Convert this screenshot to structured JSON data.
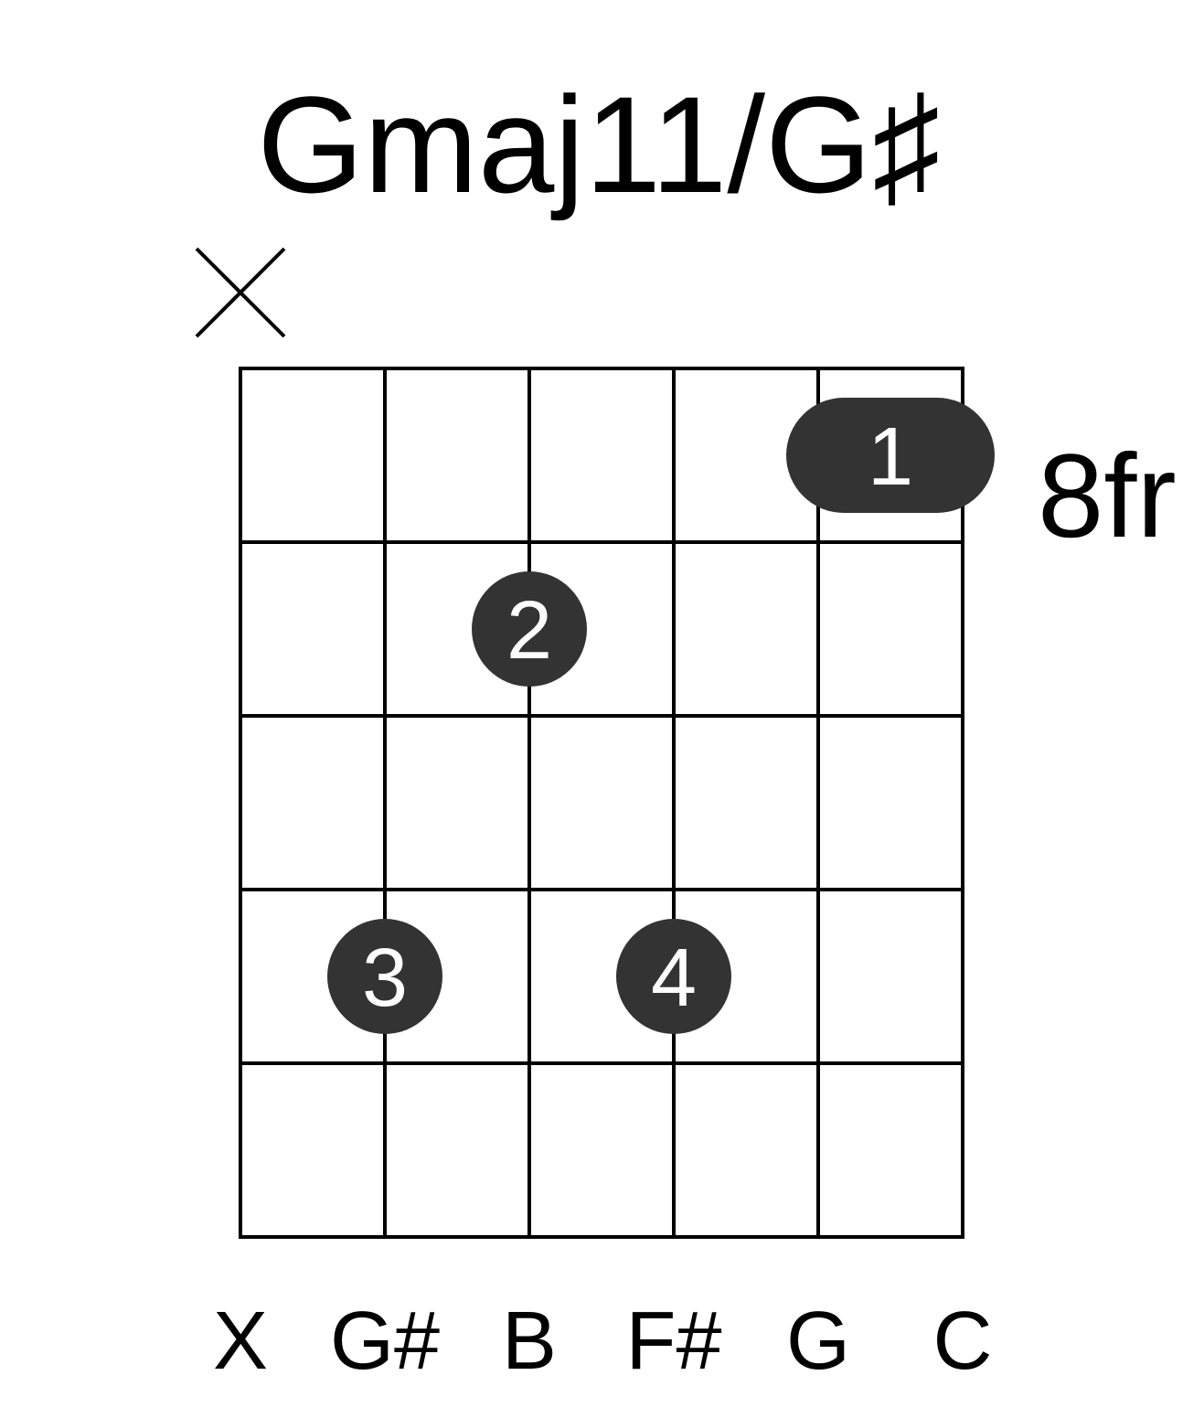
{
  "chord": {
    "name": "Gmaj11/G♯",
    "base_fret_label": "8fr"
  },
  "colors": {
    "grid": "#000000",
    "dot": "#333333",
    "dot_text": "#ffffff",
    "background": "#ffffff"
  },
  "fretboard": {
    "strings": 6,
    "frets": 5
  },
  "string_markers": [
    {
      "string": 1,
      "type": "muted",
      "symbol": "X"
    }
  ],
  "fingers": [
    {
      "label": "1",
      "fret": 1,
      "string_from": 5,
      "string_to": 6,
      "barre": true
    },
    {
      "label": "2",
      "fret": 2,
      "string": 3
    },
    {
      "label": "3",
      "fret": 4,
      "string": 2
    },
    {
      "label": "4",
      "fret": 4,
      "string": 4
    }
  ],
  "notes": [
    "X",
    "G#",
    "B",
    "F#",
    "G",
    "C"
  ]
}
